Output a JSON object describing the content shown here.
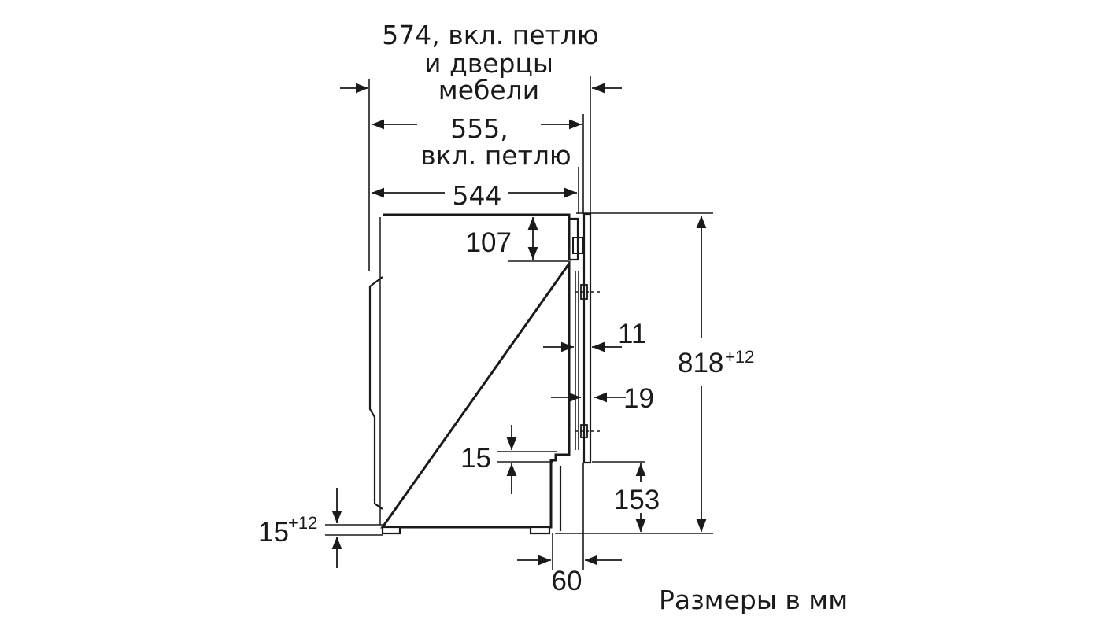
{
  "labels": {
    "d574_line1": "574, вкл. петлю",
    "d574_line2": "и дверцы",
    "d574_line3": "мебели",
    "d555_line1": "555,",
    "d555_line2": "вкл. петлю",
    "d544": "544",
    "d107": "107",
    "d11": "11",
    "d818": "818",
    "d818_sup": "+12",
    "d19": "19",
    "d15": "15",
    "d153": "153",
    "d15b": "15",
    "d15b_sup": "+12",
    "d60": "60",
    "units": "Размеры в мм"
  },
  "colors": {
    "ink": "#1a1a1a",
    "background": "#ffffff"
  }
}
